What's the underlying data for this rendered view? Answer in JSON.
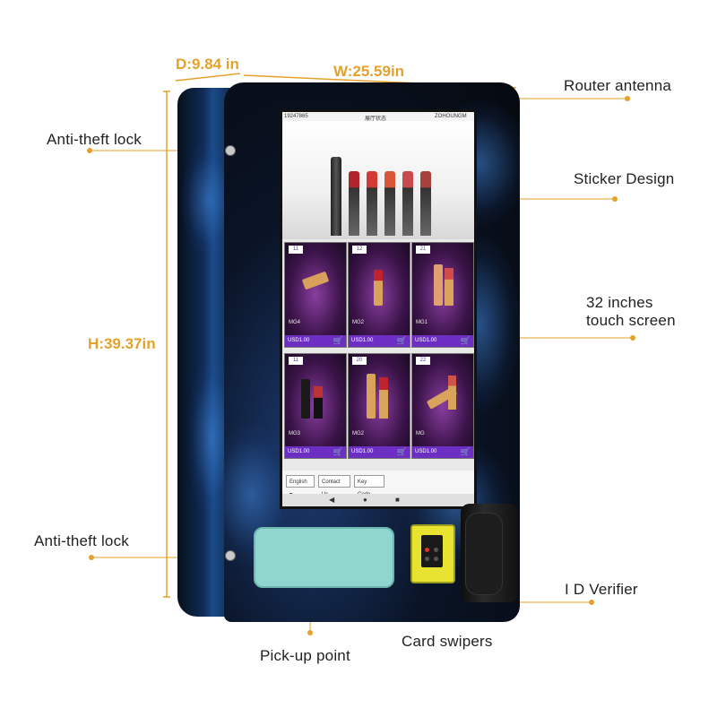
{
  "dimensions": {
    "depth": "D:9.84 in",
    "width": "W:25.59in",
    "height": "H:39.37in"
  },
  "callouts": {
    "router_antenna": "Router antenna",
    "anti_theft_lock_top": "Anti-theft lock",
    "sticker_design": "Sticker Design",
    "touch_screen_line1": "32 inches",
    "touch_screen_line2": "touch screen",
    "anti_theft_lock_bottom": "Anti-theft lock",
    "id_verifier": "I D Verifier",
    "pickup_point": "Pick-up point",
    "card_swipers": "Card swipers"
  },
  "screen": {
    "phone": "19247865",
    "title": "展厅状态",
    "brand": "ZOHOUNGM",
    "tiles": [
      {
        "num": "11",
        "name": "MG4",
        "price": "USD1.00"
      },
      {
        "num": "12",
        "name": "MG2",
        "price": "USD1.00"
      },
      {
        "num": "21",
        "name": "MG1",
        "price": "USD1.00"
      },
      {
        "num": "11",
        "name": "MG3",
        "price": "USD1.00"
      },
      {
        "num": "20",
        "name": "MG2",
        "price": "USD1.00"
      },
      {
        "num": "22",
        "name": "MG",
        "price": "USD1.00"
      }
    ],
    "footer": {
      "language": "English",
      "contact": "Contact Us",
      "key_code": "Key Code"
    }
  },
  "colors": {
    "dimension_accent": "#e6a12b",
    "price_bar": "#6d2ec4",
    "pickup": "#8fd6cf",
    "card_reader": "#e8e230"
  },
  "icons": {
    "cart": "cart-icon",
    "back": "back-icon",
    "home": "home-icon",
    "recent": "recent-icon"
  }
}
